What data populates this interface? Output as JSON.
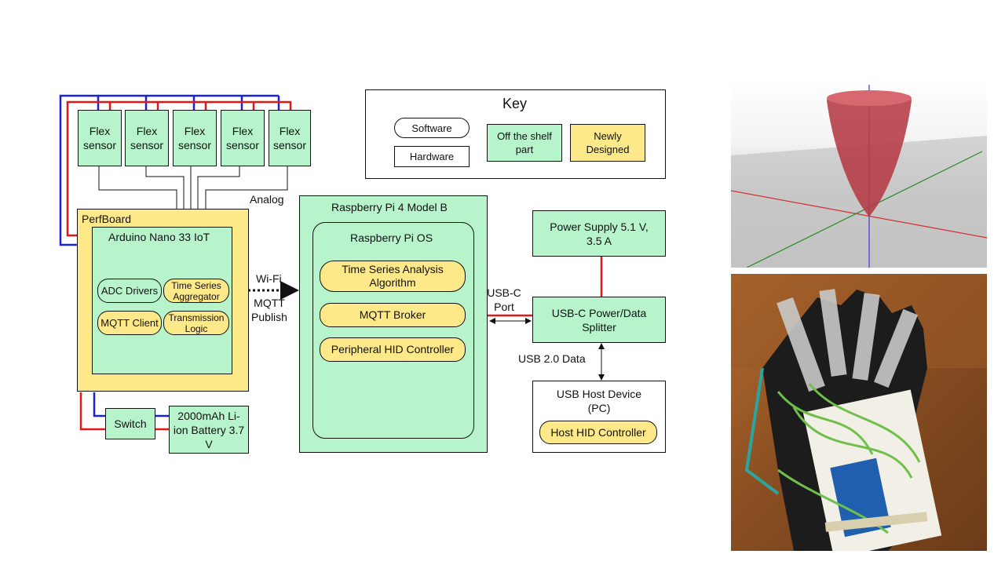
{
  "key": {
    "title": "Key",
    "software": "Software",
    "hardware": "Hardware",
    "off_the_shelf": "Off the shelf part",
    "newly_designed": "Newly Designed"
  },
  "flex_sensors": [
    "Flex sensor",
    "Flex sensor",
    "Flex sensor",
    "Flex sensor",
    "Flex sensor"
  ],
  "analog_label": "Analog",
  "perfboard": {
    "title": "PerfBoard",
    "arduino": {
      "title": "Arduino Nano 33 IoT",
      "modules": [
        "ADC Drivers",
        "Time Series Aggregator",
        "MQTT Client",
        "Transmission Logic"
      ]
    }
  },
  "switch": "Switch",
  "battery": "2000mAh Li-ion Battery 3.7 V",
  "link_wifi": "Wi-Fi",
  "link_mqtt": "MQTT Publish",
  "pi": {
    "title": "Raspberry Pi 4 Model B",
    "os": "Raspberry Pi OS",
    "modules": [
      "Time Series Analysis Algorithm",
      "MQTT Broker",
      "Peripheral HID Controller"
    ]
  },
  "usbc_port": "USB-C Port",
  "power_supply": "Power Supply 5.1 V, 3.5 A",
  "splitter": "USB-C Power/Data Splitter",
  "usb_data": "USB 2.0 Data",
  "host": {
    "title": "USB Host Device (PC)",
    "controller": "Host HID Controller"
  },
  "colors": {
    "off_the_shelf": "#b7f4cc",
    "newly_designed": "#fde98a",
    "wire_red": "#e01818",
    "wire_blue": "#1a22d8"
  }
}
